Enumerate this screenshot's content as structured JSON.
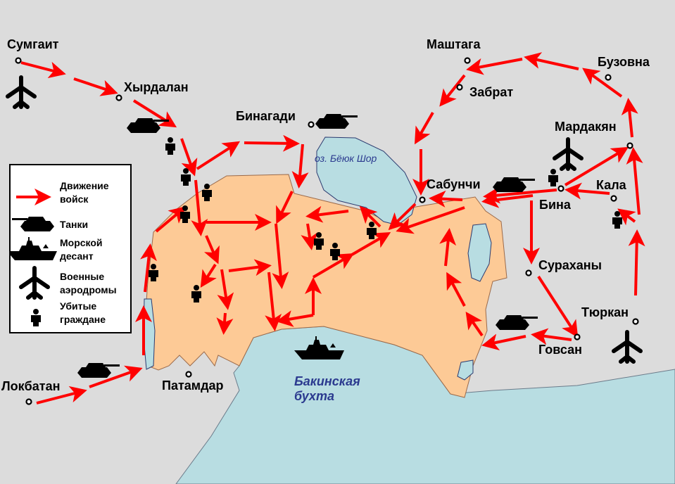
{
  "legend": {
    "items": [
      {
        "icon": "red-arrow-icon",
        "label": "Движение войск"
      },
      {
        "icon": "tank-icon",
        "label": "Танки"
      },
      {
        "icon": "warship-icon",
        "label": "Морской десант"
      },
      {
        "icon": "airplane-icon",
        "label": "Военные аэродромы"
      },
      {
        "icon": "person-icon",
        "label": "Убитые граждане"
      }
    ]
  },
  "places": {
    "sumgait": "Сумгаит",
    "khirdalan": "Хырдалан",
    "binagadi": "Бинагади",
    "mashtaga": "Маштага",
    "buzovna": "Бузовна",
    "zabrat": "Забрат",
    "mardakyan": "Мардакян",
    "sabunchi": "Сабунчи",
    "kala": "Кала",
    "bina": "Бина",
    "surakhany": "Сураханы",
    "turkan": "Тюркан",
    "govsan": "Говсан",
    "lokbatan": "Локбатан",
    "patamdar": "Патамдар"
  },
  "water": {
    "lake": "оз. Бёюк Шор",
    "bay_line1": "Бакинская",
    "bay_line2": "бухта"
  },
  "colors": {
    "land": "#dcdcdc",
    "city": "#fdca96",
    "water": "#b8dde2",
    "arrow": "#ff0000",
    "water_label": "#2b3a8f"
  }
}
